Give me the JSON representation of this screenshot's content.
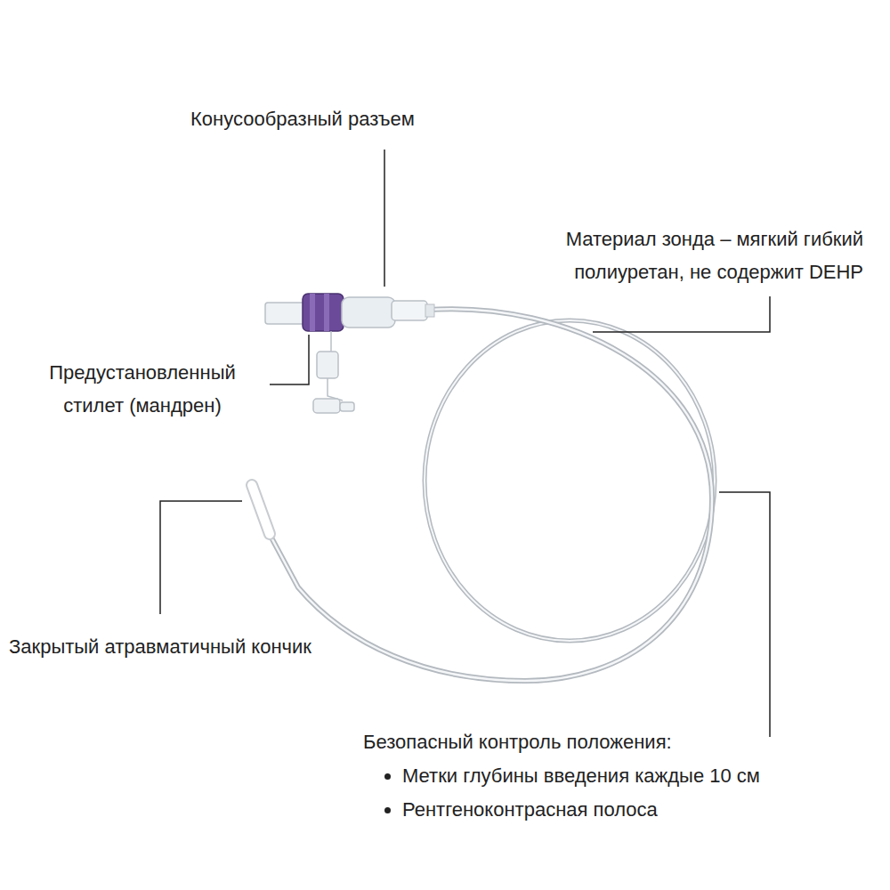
{
  "diagram": {
    "labels": [
      "Конусообразный разъем",
      "Материал зонда – мягкий гибкий полиуретан, не содержит DEHP",
      "Предустановленный стилет (мандрен)",
      "Закрытый атравматичный кончик",
      "Безопасный контроль положения:",
      "Метки глубины введения каждые 10 см",
      "Рентгеноконтрасная полоса"
    ]
  }
}
